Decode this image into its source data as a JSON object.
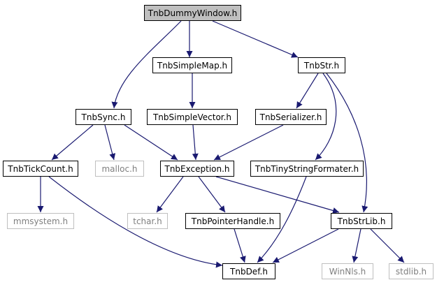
{
  "colors": {
    "edge": "#191970",
    "root_fill": "#bfbfbf",
    "system_border": "#bfbfbf",
    "system_text": "#7f7f7f"
  },
  "nodes": {
    "tnb_dummy_window": "TnbDummyWindow.h",
    "tnb_simple_map": "TnbSimpleMap.h",
    "tnb_str": "TnbStr.h",
    "tnb_sync": "TnbSync.h",
    "tnb_simple_vector": "TnbSimpleVector.h",
    "tnb_serializer": "TnbSerializer.h",
    "tnb_tick_count": "TnbTickCount.h",
    "malloc": "malloc.h",
    "tnb_exception": "TnbException.h",
    "tnb_tiny_string_formater": "TnbTinyStringFormater.h",
    "mmsystem": "mmsystem.h",
    "tchar": "tchar.h",
    "tnb_pointer_handle": "TnbPointerHandle.h",
    "tnb_str_lib": "TnbStrLib.h",
    "tnb_def": "TnbDef.h",
    "winnls": "WinNls.h",
    "stdlib": "stdlib.h"
  }
}
